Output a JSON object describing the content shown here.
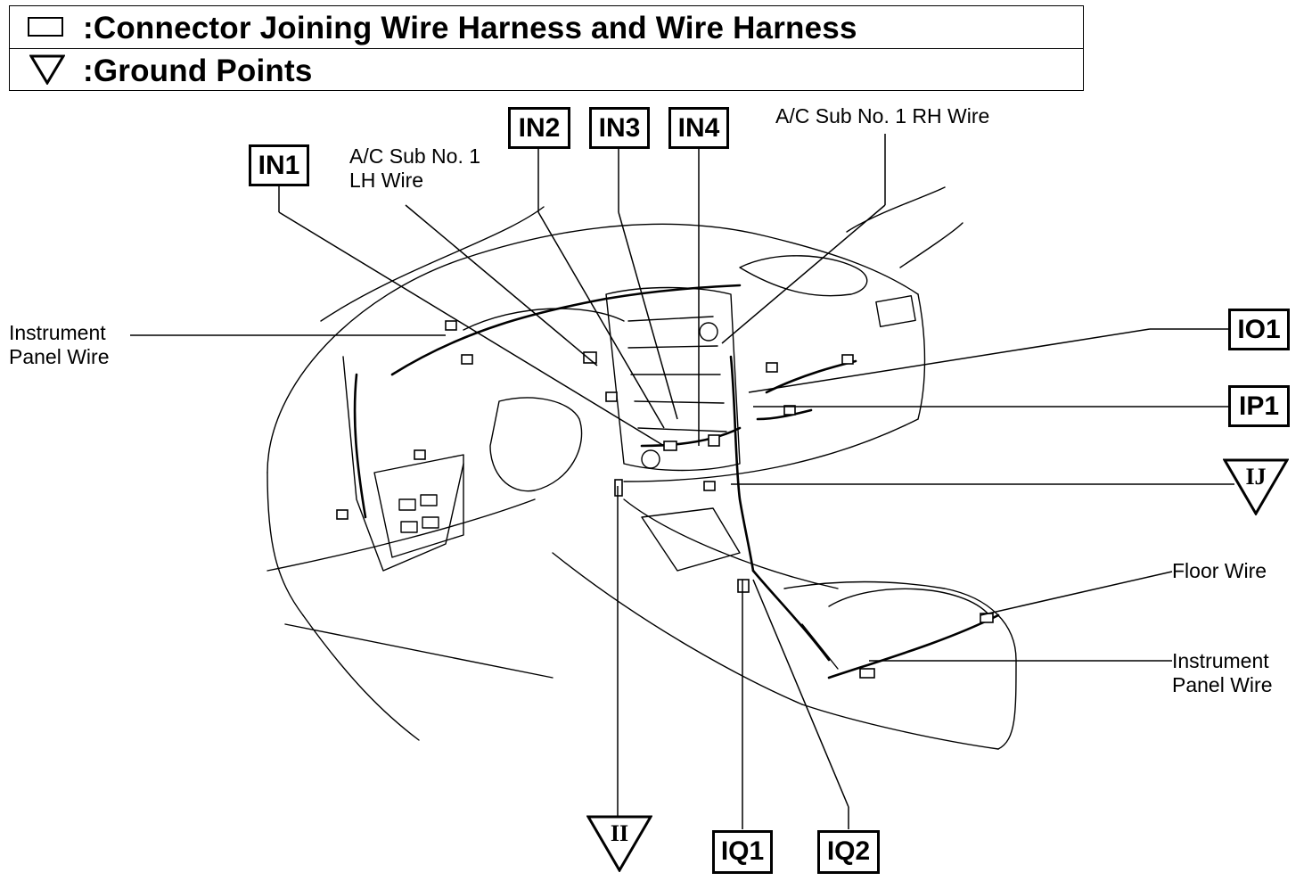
{
  "legend": {
    "connector_label": ":Connector Joining Wire Harness and Wire Harness",
    "ground_label": ":Ground Points"
  },
  "connectors": {
    "in1": "IN1",
    "in2": "IN2",
    "in3": "IN3",
    "in4": "IN4",
    "io1": "IO1",
    "ip1": "IP1",
    "iq1": "IQ1",
    "iq2": "IQ2"
  },
  "grounds": {
    "ij": "IJ",
    "ii": "II"
  },
  "labels": {
    "ac_sub_lh": [
      "A/C Sub No. 1",
      "LH Wire"
    ],
    "ac_sub_rh": "A/C Sub No. 1 RH Wire",
    "instrument_panel_left": [
      "Instrument",
      "Panel Wire"
    ],
    "floor_wire": "Floor Wire",
    "instrument_panel_right": [
      "Instrument",
      "Panel Wire"
    ]
  },
  "colors": {
    "ink": "#000000",
    "paper": "#ffffff"
  }
}
